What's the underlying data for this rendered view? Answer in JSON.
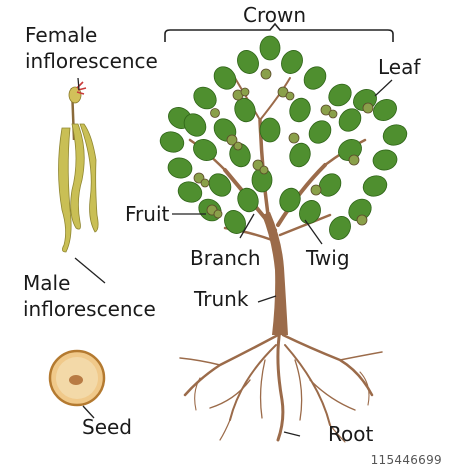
{
  "labels": {
    "crown": "Crown",
    "female_line1": "Female",
    "female_line2": "inflorescence",
    "leaf": "Leaf",
    "fruit": "Fruit",
    "branch": "Branch",
    "twig": "Twig",
    "trunk": "Trunk",
    "male_line1": "Male",
    "male_line2": "inflorescence",
    "seed": "Seed",
    "root": "Root"
  },
  "watermark": "115446699",
  "colors": {
    "leaf": "#4f8f2f",
    "leaf_dark": "#2f6418",
    "bark": "#9b6b4a",
    "catkin": "#c9bf55",
    "seed": "#e8b470",
    "line": "#222222"
  }
}
